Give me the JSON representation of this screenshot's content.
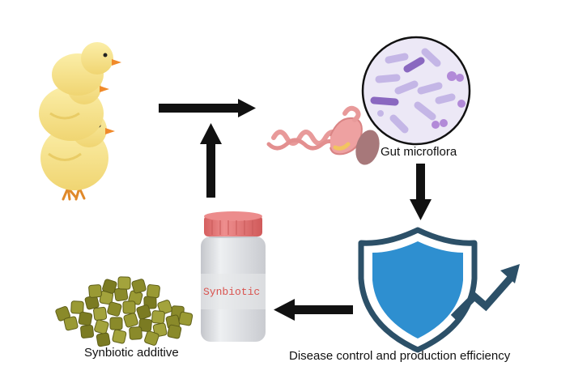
{
  "labels": {
    "gut_microflora": "Gut microflora",
    "disease_control": "Disease control and production efficiency",
    "synbiotic_additive": "Synbiotic additive",
    "bottle_label": "Synbiotic"
  },
  "colors": {
    "arrow": "#111111",
    "shield_outer": "#2c5068",
    "shield_inner": "#2e8fd0",
    "trend_arrow": "#2c5068",
    "bottle_cap": "#e07070",
    "bottle_body": "#d4d6da",
    "pellet": "#8a8a2a",
    "chick": "#f7e59a",
    "microbe_bg": "#ece8f6",
    "gut": "#e89a9a"
  },
  "icons": {
    "chicks": "chicks-illustration",
    "gut": "gut-illustration",
    "microflora": "microflora-circle",
    "shield": "shield-icon",
    "trend": "trend-up-arrow-icon",
    "bottle": "supplement-bottle",
    "pellets": "feed-pellets"
  }
}
